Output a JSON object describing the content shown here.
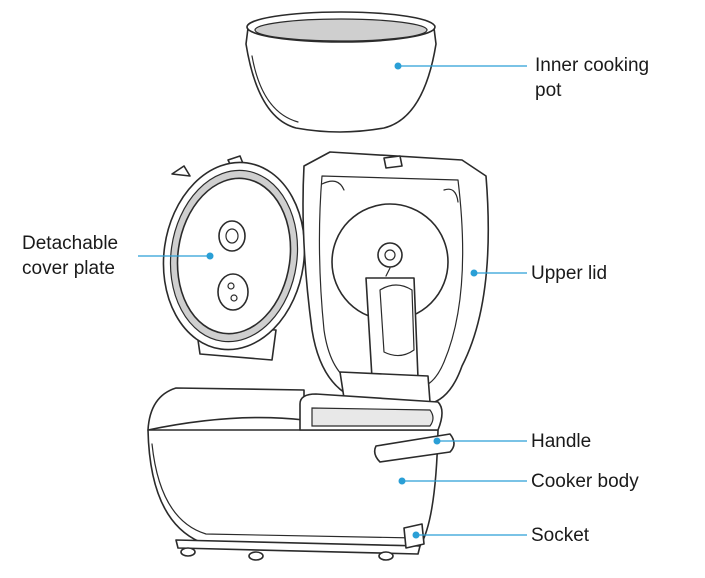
{
  "labels": {
    "inner_pot": "Inner cooking\npot",
    "cover_plate": "Detachable\ncover plate",
    "upper_lid": "Upper lid",
    "handle": "Handle",
    "cooker_body": "Cooker body",
    "socket": "Socket"
  },
  "colors": {
    "leader_line": "#2a9fd6",
    "outline": "#2b2b2b",
    "gasket": "#cfcfcf"
  }
}
